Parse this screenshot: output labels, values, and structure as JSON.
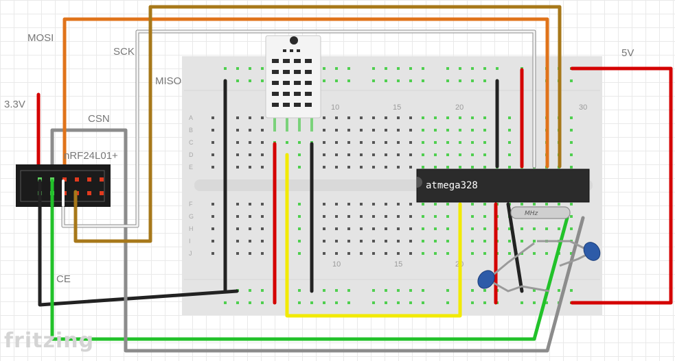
{
  "labels": {
    "mosi": "MOSI",
    "sck": "SCK",
    "miso": "MISO",
    "v33": "3.3V",
    "csn": "CSN",
    "ce": "CE",
    "v5": "5V"
  },
  "modules": {
    "radio": "nRF24L01+",
    "mcu": "atmega328",
    "crystal": "MHz",
    "logo": "fritzing"
  },
  "breadboard": {
    "top_rows": [
      "A",
      "B",
      "C",
      "D",
      "E"
    ],
    "bottom_rows": [
      "F",
      "G",
      "H",
      "I",
      "J"
    ],
    "top_columns": [
      "10",
      "15",
      "20",
      "30"
    ],
    "bottom_columns": [
      "10",
      "15",
      "20"
    ]
  },
  "colors": {
    "red": "#d40000",
    "black": "#222222",
    "yellow": "#f2ea00",
    "green": "#22c22a",
    "gray": "#8c8c8c",
    "white": "#f4f4f4",
    "orange": "#e0731a",
    "brown": "#a7781a",
    "breadboard": "#e4e4e4",
    "hole": "#555555",
    "hole_active": "#4fcf4f"
  }
}
